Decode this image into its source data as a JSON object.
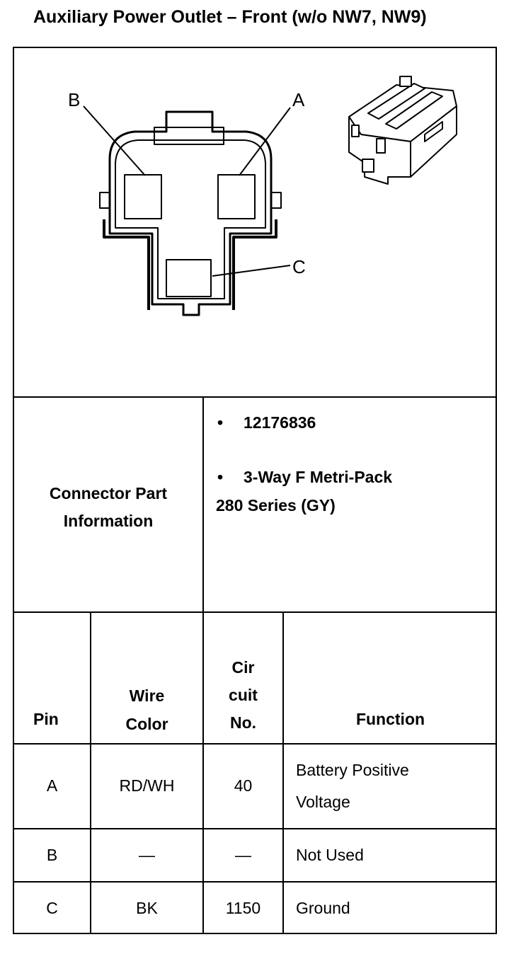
{
  "title": "Auxiliary Power Outlet – Front (w/o NW7, NW9)",
  "diagram": {
    "pin_labels": {
      "a": "A",
      "b": "B",
      "c": "C"
    },
    "diagram_icon": "connector-face-view",
    "photo_icon": "connector-isometric-view"
  },
  "connector_info": {
    "label": "Connector Part Information",
    "label_line1": "Connector Part",
    "label_line2": "Information",
    "bullets": [
      {
        "bullet": "•",
        "text": "12176836"
      },
      {
        "bullet": "•",
        "text": "3-Way F Metri-Pack",
        "continuation": "280 Series (GY)"
      }
    ]
  },
  "table": {
    "headers": {
      "pin": "Pin",
      "wire_color_line1": "Wire",
      "wire_color_line2": "Color",
      "circuit_line1": "Cir",
      "circuit_line2": "cuit",
      "circuit_line3": "No.",
      "function": "Function"
    },
    "rows": [
      {
        "pin": "A",
        "wire_color": "RD/WH",
        "circuit": "40",
        "function_line1": "Battery Positive",
        "function_line2": "Voltage"
      },
      {
        "pin": "B",
        "wire_color": "—",
        "circuit": "—",
        "function_line1": "Not Used"
      },
      {
        "pin": "C",
        "wire_color": "BK",
        "circuit": "1150",
        "function_line1": "Ground"
      }
    ]
  }
}
